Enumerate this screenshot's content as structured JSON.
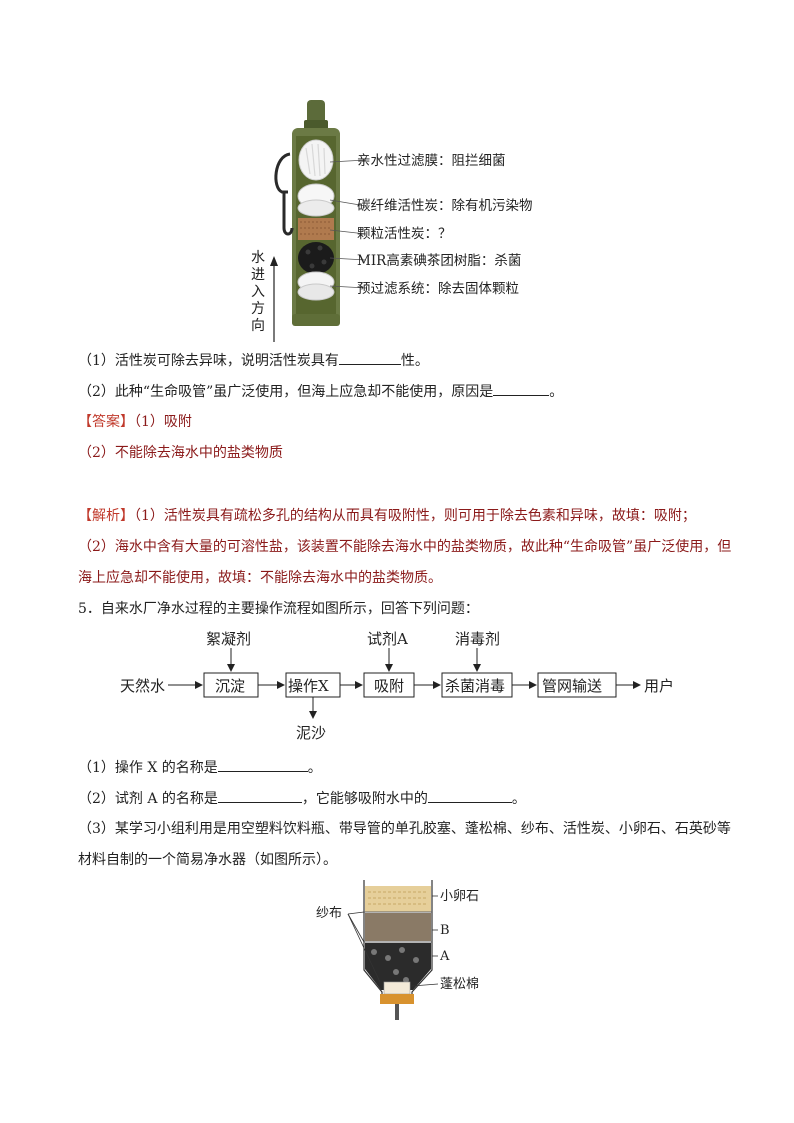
{
  "figure1": {
    "labels": [
      "亲水性过滤膜：阻拦细菌",
      "碳纤维活性炭：除有机污染物",
      "颗粒活性炭：？",
      "MIR高素碘茶团树脂：杀菌",
      "预过滤系统：除去固体颗粒"
    ],
    "direction_chars": [
      "水",
      "进",
      "入",
      "方",
      "向"
    ]
  },
  "q4": {
    "p1_prefix": "（1）活性炭可除去异味，说明活性炭具有",
    "p1_suffix": "性。",
    "p2_prefix": "（2）此种“生命吸管”虽广泛使用，但海上应急却不能使用，原因是",
    "p2_suffix": "。",
    "answer_tag": "【答案】",
    "answer_1": "（1）吸附",
    "answer_2": "（2）不能除去海水中的盐类物质",
    "analysis_tag": "【解析】",
    "analysis_1": "（1）活性炭具有疏松多孔的结构从而具有吸附性，则可用于除去色素和异味，故填：吸附；",
    "analysis_2a": "（2）海水中含有大量的可溶性盐，该装置不能除去海水中的盐类物质，故此种“生命吸管”虽广泛使用，但",
    "analysis_2b": "海上应急却不能使用，故填：不能除去海水中的盐类物质。"
  },
  "q5": {
    "stem": "5．自来水厂净水过程的主要操作流程如图所示，回答下列问题：",
    "flow": {
      "source": "天然水",
      "steps": [
        "沉淀",
        "操作X",
        "吸附",
        "杀菌消毒",
        "管网输送"
      ],
      "end": "用户",
      "inputs": [
        "絮凝剂",
        "试剂A",
        "消毒剂"
      ],
      "output": "泥沙"
    },
    "p1_prefix": "（1）操作 X 的名称是",
    "p1_suffix": "。",
    "p2_prefix": "（2）试剂 A 的名称是",
    "p2_mid": "，它能够吸附水中的",
    "p2_suffix": "。",
    "p3a": "（3）某学习小组利用是用空塑料饮料瓶、带导管的单孔胶塞、蓬松棉、纱布、活性炭、小卵石、石英砂等",
    "p3b": "材料自制的一个简易净水器（如图所示）。",
    "purifier": {
      "gauze": "纱布",
      "pebble": "小卵石",
      "b": "B",
      "a": "A",
      "cotton": "蓬松棉"
    }
  }
}
